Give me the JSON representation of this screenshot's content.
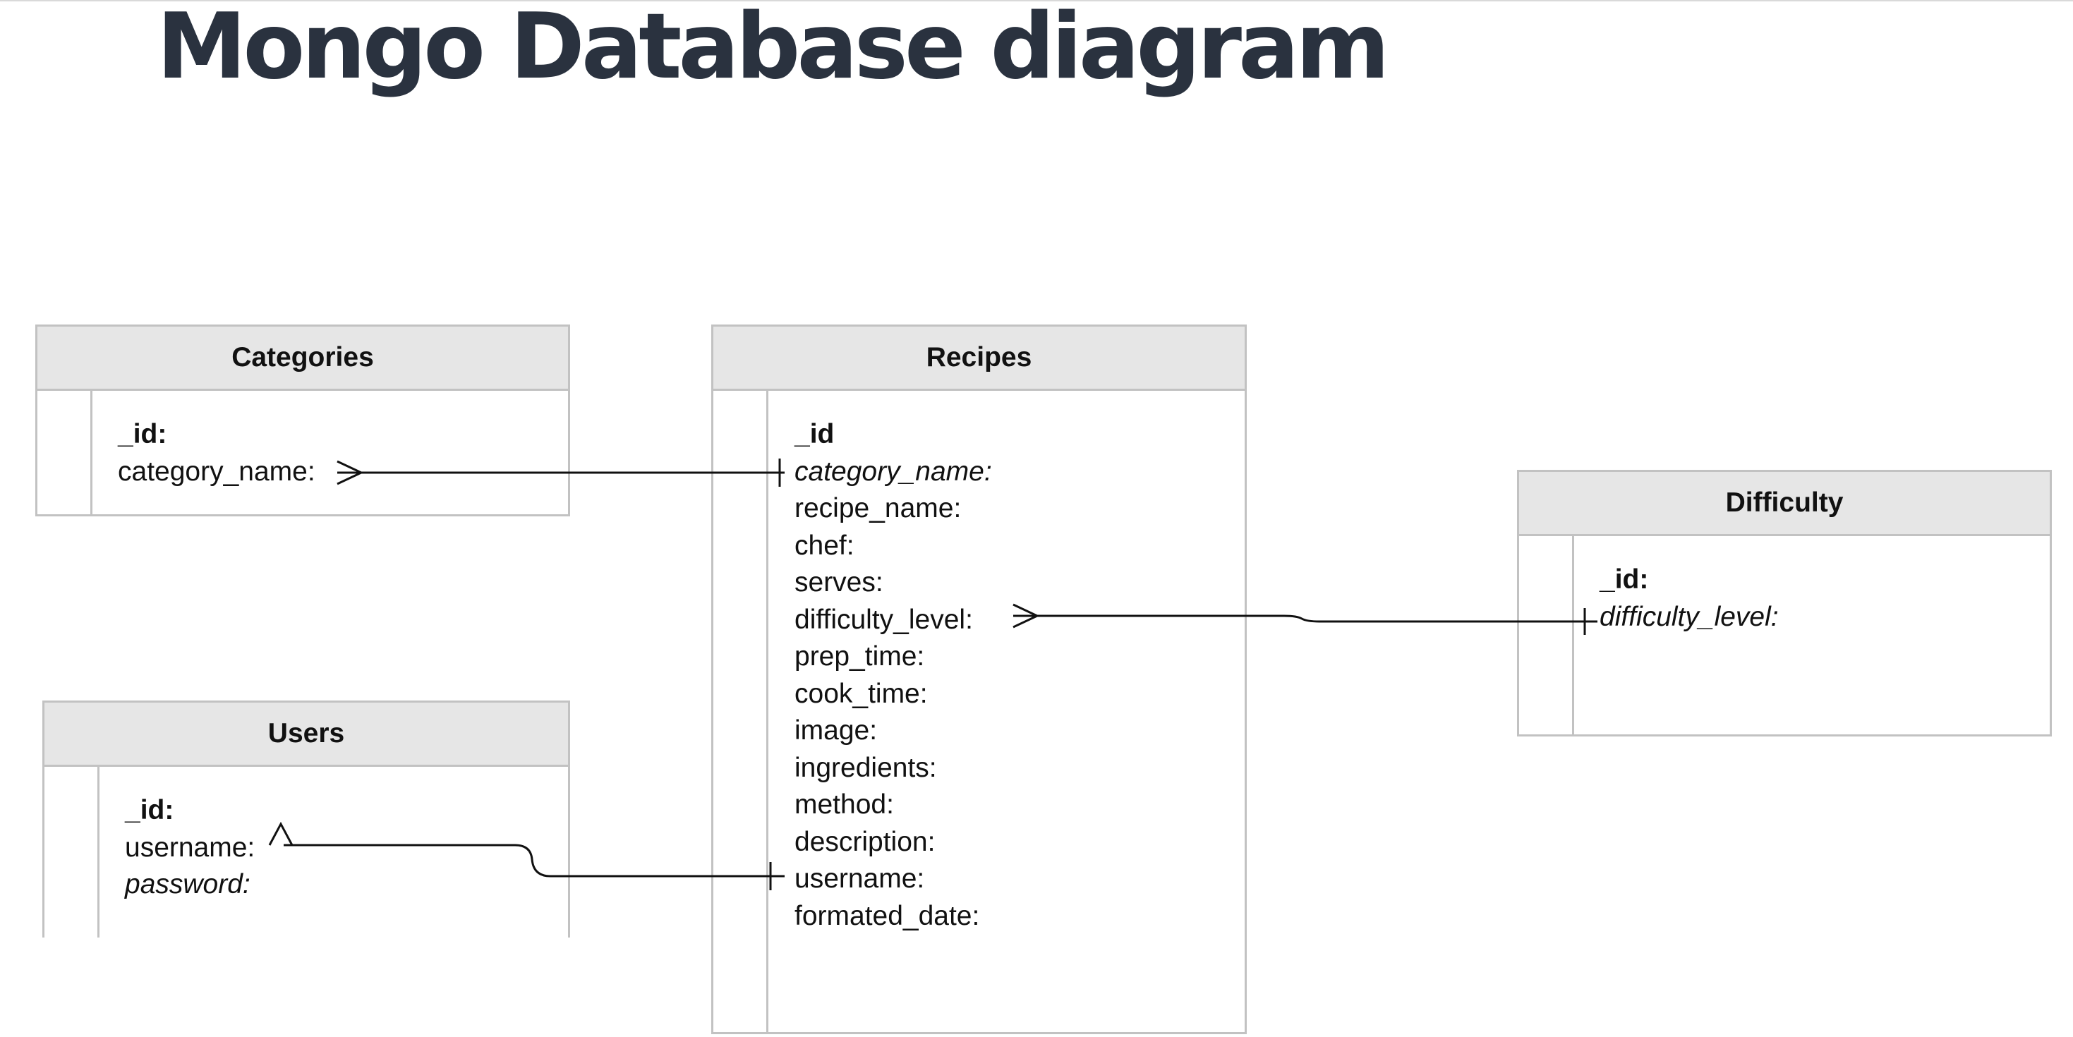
{
  "title": "Mongo Database diagram",
  "entities": {
    "categories": {
      "name": "Categories",
      "fields": [
        "_id:",
        "category_name:"
      ]
    },
    "users": {
      "name": "Users",
      "fields": [
        "_id:",
        "username:",
        "password:"
      ]
    },
    "recipes": {
      "name": "Recipes",
      "fields": [
        "_id",
        "category_name:",
        "recipe_name:",
        "chef:",
        "serves:",
        "difficulty_level:",
        "prep_time:",
        "cook_time:",
        "image:",
        "ingredients:",
        "method:",
        "description:",
        "username:",
        "formated_date:"
      ]
    },
    "difficulty": {
      "name": "Difficulty",
      "fields": [
        "_id:",
        "difficulty_level:"
      ]
    }
  },
  "relationships": [
    {
      "from": "Categories.category_name",
      "to": "Recipes.category_name",
      "from_end": "many",
      "to_end": "one"
    },
    {
      "from": "Recipes.difficulty_level",
      "to": "Difficulty.difficulty_level",
      "from_end": "many",
      "to_end": "one"
    },
    {
      "from": "Users.username",
      "to": "Recipes.username",
      "from_end": "many",
      "to_end": "one"
    }
  ],
  "colors": {
    "title": "#2a323f",
    "header_fill": "#e6e6e6",
    "border": "#c2c2c2",
    "line": "#111111"
  }
}
